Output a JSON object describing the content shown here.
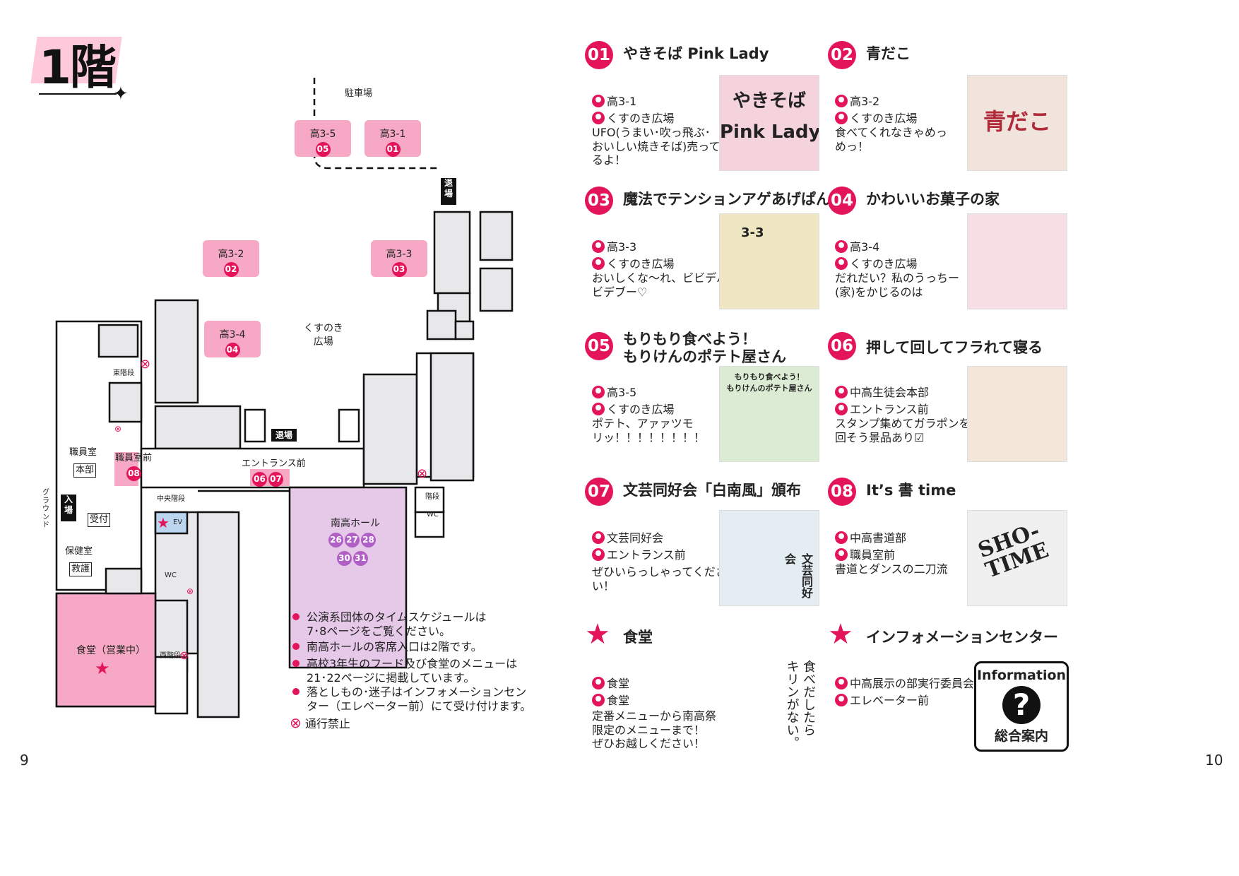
{
  "left": {
    "floor_title": "1階",
    "page_number": "9",
    "map": {
      "parking": "駐車場",
      "courtyard": "くすのき\n広場",
      "exit1": "退\n場",
      "exit2": "退場",
      "entrance": "入\n場",
      "ground": "グ\nラ\nウ\nン\nド",
      "east_stairs": "東階段",
      "staff_room": "職員室",
      "headquarters": "本部",
      "staff_front": "職員室前",
      "reception": "受付",
      "health_room": "保健室",
      "aid": "救護",
      "central_stairs": "中央階段",
      "ev": "EV",
      "wc1": "WC",
      "wc2": "WC",
      "west_stairs": "西階段",
      "entrance_front": "エントランス前",
      "stairs": "階段",
      "hall": "南高ホール",
      "cafeteria": "食堂（営業中）",
      "booths": [
        {
          "label": "高3-5",
          "num": "05"
        },
        {
          "label": "高3-1",
          "num": "01"
        },
        {
          "label": "高3-2",
          "num": "02"
        },
        {
          "label": "高3-3",
          "num": "03"
        },
        {
          "label": "高3-4",
          "num": "04"
        }
      ],
      "staff_num": "08",
      "entrance_nums": [
        "06",
        "07"
      ],
      "hall_nums_row1": [
        "26",
        "27",
        "28"
      ],
      "hall_nums_row2": [
        "30",
        "31"
      ]
    },
    "notes": [
      "公演系団体のタイムスケジュールは\n7･8ページをご覧ください。",
      "南高ホールの客席入口は2階です。",
      "高校3年生のフード及び食堂のメニューは\n21･22ページに掲載しています。",
      "落としもの･迷子はインフォメーションセン\nター（エレベーター前）にて受け付けます。"
    ],
    "no_entry": "通行禁止"
  },
  "right": {
    "page_number": "10",
    "entries": [
      {
        "num": "01",
        "title": "やきそば Pink Lady",
        "group": "高3-1",
        "place": "くすのき広場",
        "desc": "UFO(うまい･吹っ飛ぶ･\nおいしい焼きそば)売って\nるよ！",
        "art": "やきそば\nPink Lady"
      },
      {
        "num": "02",
        "title": "青だこ",
        "group": "高3-2",
        "place": "くすのき広場",
        "desc": "食べてくれなきゃめっ\nめっ！",
        "art": "青だこ"
      },
      {
        "num": "03",
        "title": "魔法でテンションアゲあげぱん",
        "group": "高3-3",
        "place": "くすのき広場",
        "desc": "おいしくな～れ、ビビデバ\nビデブー♡",
        "art": "3-3"
      },
      {
        "num": "04",
        "title": "かわいいお菓子の家",
        "group": "高3-4",
        "place": "くすのき広場",
        "desc": "だれだい？私のうっちー\n(家)をかじるのは",
        "art": ""
      },
      {
        "num": "05",
        "title": "もりもり食べよう！\nもりけんのポテト屋さん",
        "group": "高3-5",
        "place": "くすのき広場",
        "desc": "ポテト、アァァツモ\nリッ！！！！！！！！",
        "art": "もりもり食べよう！\nもりけんのポテト屋さん"
      },
      {
        "num": "06",
        "title": "押して回してフラれて寝る",
        "group": "中高生徒会本部",
        "place": "エントランス前",
        "desc": "スタンプ集めてガラポンを\n回そう景品あり☑",
        "art": ""
      },
      {
        "num": "07",
        "title": "文芸同好会「白南風」頒布",
        "group": "文芸同好会",
        "place": "エントランス前",
        "desc": "ぜひいらっしゃってくださ\nい！",
        "art": "文芸同好会"
      },
      {
        "num": "08",
        "title": "It’s 書 time",
        "group": "中高書道部",
        "place": "職員室前",
        "desc": "書道とダンスの二刀流",
        "art": "SHO-\nTIME"
      }
    ],
    "cafeteria": {
      "title": "食堂",
      "group": "食堂",
      "place": "食堂",
      "desc": "定番メニューから南高祭\n限定のメニューまで！\nぜひお越しください！",
      "art": "食べだしたら\nキリンがない。"
    },
    "info_center": {
      "title": "インフォメーションセンター",
      "group": "中高展示の部実行委員会",
      "place": "エレベーター前",
      "art_top": "Information",
      "art_bottom": "総合案内"
    }
  },
  "colors": {
    "accent": "#e4145b",
    "booth": "#f7a8c4",
    "hall": "#e6c8e8",
    "building": "#e8e8ea",
    "purple": "#b05fc5"
  }
}
